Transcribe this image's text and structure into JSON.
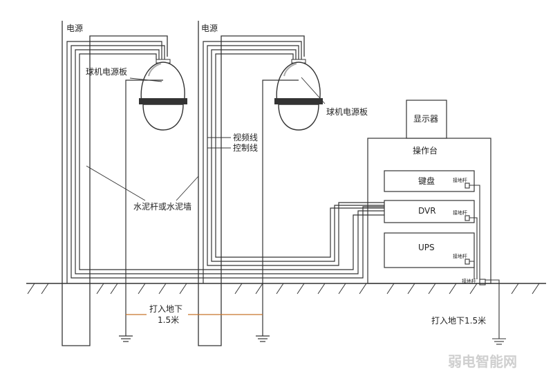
{
  "labels": {
    "power_left": "电源",
    "power_right": "电源",
    "dome_board_left": "球机电源板",
    "dome_board_right": "球机电源板",
    "video_line": "视频线",
    "control_line": "控制线",
    "pole_or_wall": "水泥杆或水泥墙",
    "monitor": "显示器",
    "console": "操作台",
    "keyboard": "键盘",
    "dvr": "DVR",
    "ups": "UPS",
    "ground_terminal_keyboard": "接地杆",
    "ground_terminal_dvr": "接地杆",
    "ground_terminal_ups": "接地杆",
    "ground_terminal_main": "接地杆",
    "drive_underground_line1": "打入地下",
    "drive_underground_line2": "1.5米",
    "drive_underground_right": "打入地下1.5米",
    "watermark": "弱电智能网"
  },
  "colors": {
    "line": "#333333",
    "annotation_line": "#c8742a",
    "background": "#ffffff"
  }
}
